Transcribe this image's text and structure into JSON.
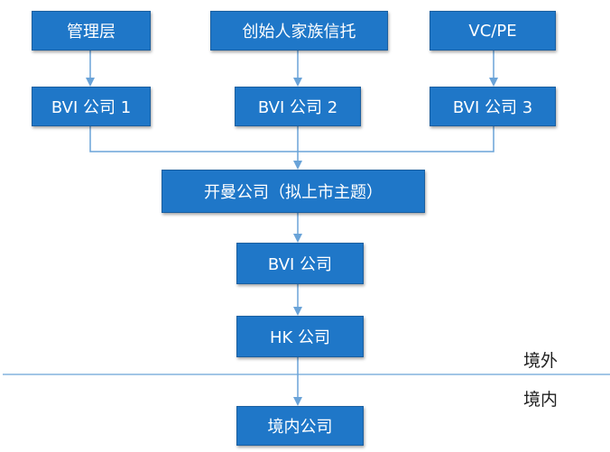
{
  "colors": {
    "box_fill": "#1f77c8",
    "connector": "#6aa3d8",
    "border_line": "#6aa3d8",
    "text": "#ffffff"
  },
  "nodes": {
    "management": "管理层",
    "family_trust": "创始人家族信托",
    "vcpe": "VC/PE",
    "bvi1": "BVI 公司 1",
    "bvi2": "BVI 公司 2",
    "bvi3": "BVI 公司 3",
    "cayman": "开曼公司（拟上市主题）",
    "bvi": "BVI 公司",
    "hk": "HK 公司",
    "domestic": "境内公司"
  },
  "regions": {
    "overseas": "境外",
    "domestic": "境内"
  }
}
